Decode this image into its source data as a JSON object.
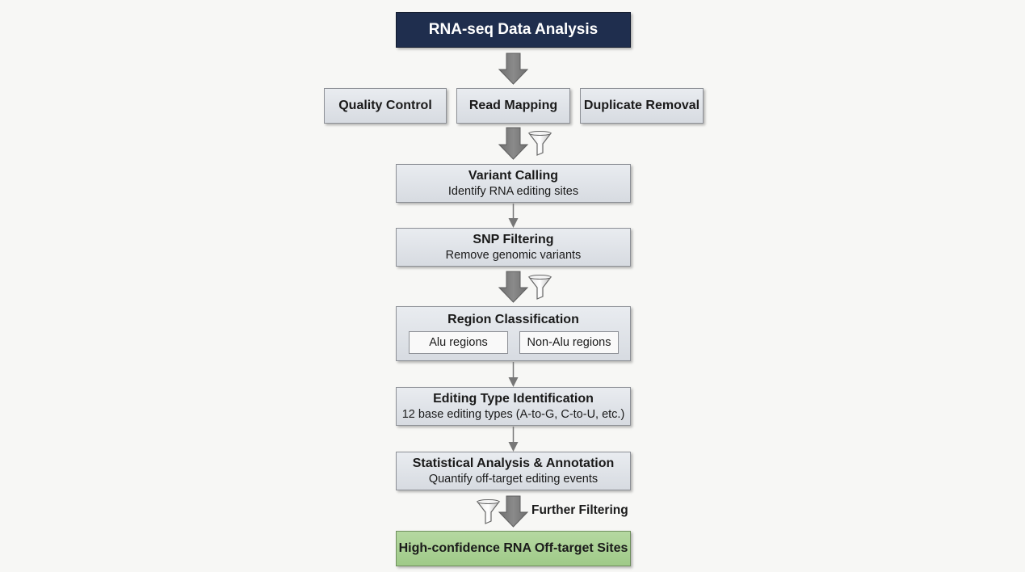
{
  "header": {
    "title": "RNA-seq Data Analysis"
  },
  "preprocessing": [
    {
      "label": "Quality Control"
    },
    {
      "label": "Read Mapping"
    },
    {
      "label": "Duplicate Removal"
    }
  ],
  "steps": {
    "variant_calling": {
      "title": "Variant Calling",
      "subtitle": "Identify RNA editing sites"
    },
    "snp_filtering": {
      "title": "SNP Filtering",
      "subtitle": "Remove genomic variants"
    },
    "region_classification": {
      "title": "Region Classification",
      "regions": [
        "Alu regions",
        "Non-Alu regions"
      ]
    },
    "editing_type": {
      "title": "Editing Type Identification",
      "subtitle": "12 base editing types (A-to-G, C-to-U, etc.)"
    },
    "statistics": {
      "title": "Statistical Analysis & Annotation",
      "subtitle": "Quantify off-target editing events"
    }
  },
  "further_filtering_label": "Further Filtering",
  "result": {
    "title": "High-confidence RNA Off-target Sites"
  },
  "colors": {
    "header_bg": "#1f2e4e",
    "box_bg": "#dfe2e7",
    "result_bg": "#a9d18e",
    "arrow": "#7a7a7a",
    "connector": "#777777"
  },
  "icons": [
    "down-arrow-icon",
    "funnel-icon"
  ]
}
